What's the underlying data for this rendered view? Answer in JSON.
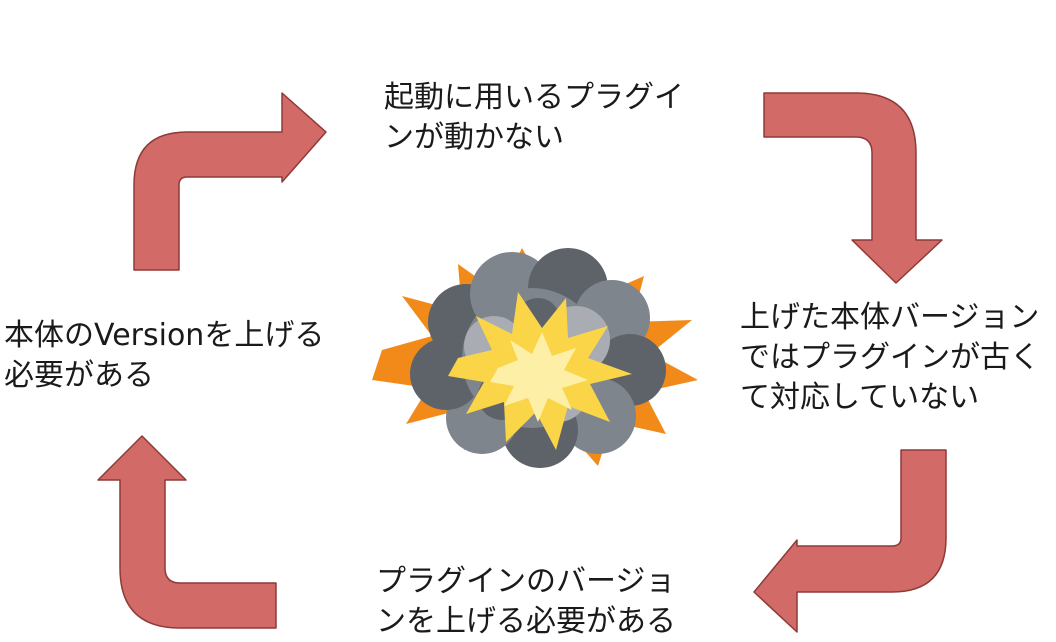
{
  "colors": {
    "arrow_fill": "#d26a68",
    "arrow_stroke": "#8e3a38",
    "text": "#1a1a1a",
    "smoke_dark": "#5e6369",
    "smoke_mid": "#7f858c",
    "smoke_light": "#a9adb3",
    "flash_orange": "#f28a1a",
    "flash_yellow": "#fbd548",
    "flash_pale": "#fdf0a6"
  },
  "cycle": {
    "top": {
      "lines": [
        "起動に用いるプラグイ",
        "ンが動かない"
      ]
    },
    "right": {
      "lines": [
        "上げた本体バージョン",
        "ではプラグインが古く",
        "て対応していない"
      ]
    },
    "bottom": {
      "lines": [
        "プラグインのバージョ",
        "ンを上げる必要がある"
      ]
    },
    "left": {
      "lines": [
        "本体のVersionを上げる",
        "必要がある"
      ]
    }
  },
  "center": {
    "icon": "explosion-icon"
  }
}
